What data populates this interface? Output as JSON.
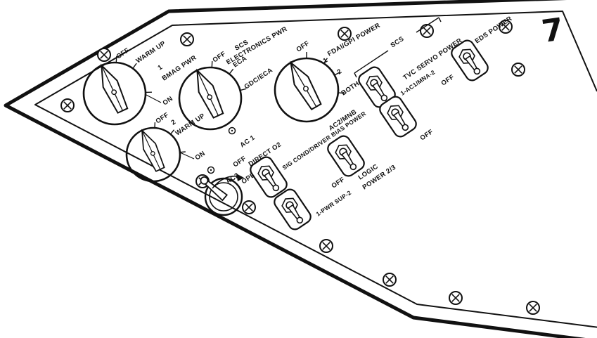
{
  "panel": {
    "number": "7",
    "bmag1": {
      "index": "1",
      "title": "BMAG PWR",
      "off": "OFF",
      "warm_up": "WARM UP",
      "on": "ON"
    },
    "scs_electronics": {
      "title_line1": "SCS",
      "title_line2": "ELECTRONICS PWR",
      "off": "OFF",
      "eca": "ECA",
      "gdc_eca": "GDC/ECA"
    },
    "bmag2": {
      "index": "2",
      "off": "OFF",
      "warm_up": "WARM UP",
      "on": "ON"
    },
    "fdai_gpi": {
      "title": "FDAI/GPI POWER",
      "off": "OFF",
      "pos_1": "1",
      "pos_2": "2",
      "both": "BOTH"
    },
    "direct_o2": {
      "title": "DIRECT O2",
      "open": "OPEN"
    },
    "sig_cond": {
      "title": "SIG COND/DRIVER BIAS POWER",
      "sub": "1-PWR SUP-2",
      "ac1": "AC 1",
      "off": "OFF",
      "ac2": "AC2"
    },
    "logic_power": {
      "title_line1": "LOGIC",
      "title_line2": "POWER 2/3",
      "off": "OFF"
    },
    "tvc_servo": {
      "bracket": "SCS",
      "title": "TVC SERVO POWER",
      "sub": "1-AC1/MNA-2",
      "ac2_mnb": "AC2/MNB",
      "off": "OFF"
    },
    "eds": {
      "title": "EDS POWER",
      "off": "OFF"
    }
  }
}
